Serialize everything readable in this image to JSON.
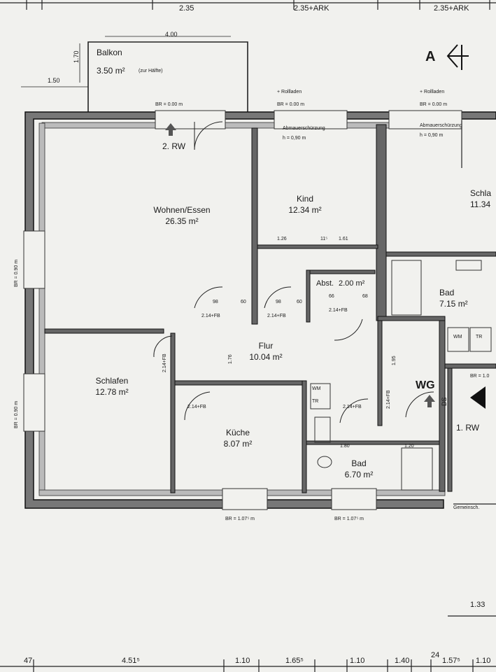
{
  "top_dimensions": [
    "2.35",
    "2.35+ARK",
    "2.35+ARK"
  ],
  "balcony": {
    "name": "Balkon",
    "area": "3.50 m²",
    "note": "(zur Hälfte)",
    "width": "4.00",
    "depth": "1.70",
    "offset": "1.50"
  },
  "section_marker": "A",
  "rooms": [
    {
      "id": "wohnen",
      "name": "Wohnen/Essen",
      "area": "26.35 m²"
    },
    {
      "id": "kind",
      "name": "Kind",
      "area": "12.34 m²"
    },
    {
      "id": "schlaf-right",
      "name": "Schla",
      "area": "11.34"
    },
    {
      "id": "abst",
      "name": "Abst.",
      "area": "2.00 m²"
    },
    {
      "id": "bad-upper",
      "name": "Bad",
      "area": "7.15 m²"
    },
    {
      "id": "flur",
      "name": "Flur",
      "area": "10.04 m²"
    },
    {
      "id": "schlafen",
      "name": "Schlafen",
      "area": "12.78 m²"
    },
    {
      "id": "kueche",
      "name": "Küche",
      "area": "8.07 m²"
    },
    {
      "id": "bad-lower",
      "name": "Bad",
      "area": "6.70 m²"
    }
  ],
  "labels": {
    "rw2": "2. RW",
    "rw1": "1. RW",
    "wg": "WG",
    "ds": "DS",
    "wm_tr_1": "WM",
    "wm_tr_2": "TR",
    "wm_tr_lower_1": "WM",
    "wm_tr_lower_2": "TR",
    "gemeinsch": "Gemeinsch.",
    "rollladen_1": "+ Rollladen",
    "rollladen_2": "+ Rollladen",
    "abmauer_1": "Abmauerschürzung",
    "abmauer_2": "Abmauerschürzung",
    "abmauer_h1": "h = 0,90 m",
    "abmauer_h2": "h = 0,90 m",
    "br_balcony": "BR = 0.00 m",
    "br_top1": "BR = 0.00 m",
    "br_top2": "BR = 0.00 m",
    "br_left1": "BR = 0.90 m",
    "br_left2": "BR = 0.90 m",
    "br_bottom1": "BR = 1.07⁵ m",
    "br_bottom2": "BR = 1.07⁵ m",
    "br_right": "BR = 1.0",
    "door_1": "2.14+FB",
    "door_2": "2.14+FB",
    "door_3": "2.14+FB",
    "door_4": "2.14+FB",
    "door_5": "2.14+FB",
    "door_6": "2.14+FB",
    "door_7": "2.14+FB",
    "d_98_1": "98",
    "d_60_1": "60",
    "d_98_2": "98",
    "d_60_2": "60",
    "d_1_26": "1.26",
    "d_1_61": "1.61",
    "d_11_5": "11⁵",
    "d_1_76": "1.76",
    "d_1_95": "1.95",
    "d_1_80": "1.80",
    "d_1_20": "1.20",
    "d_66": "66",
    "d_68": "68",
    "right_dim": "1.33"
  },
  "bottom_dimensions": [
    "47",
    "4.51⁵",
    "1.10",
    "1.65⁵",
    "1.10",
    "1.40",
    "24",
    "1.57⁵",
    "1.10"
  ]
}
